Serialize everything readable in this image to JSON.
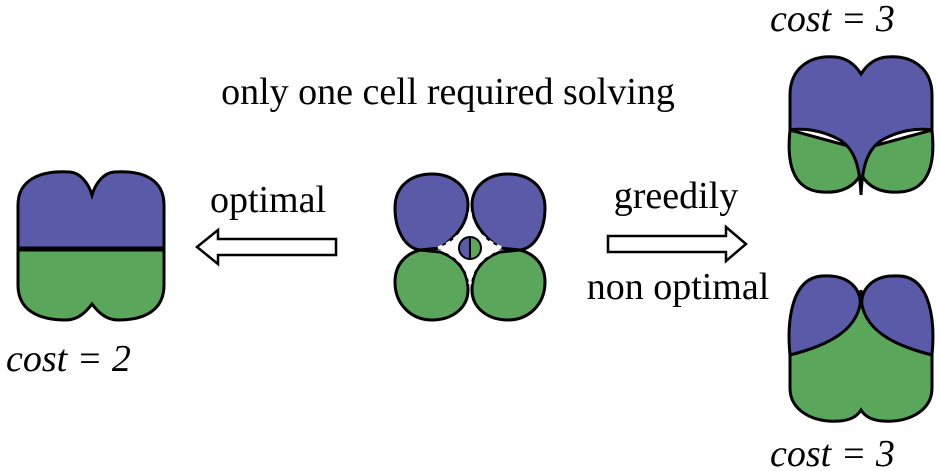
{
  "caption": "only one cell required solving",
  "labels": {
    "optimal": "optimal",
    "greedily": "greedily",
    "non_optimal": "non optimal"
  },
  "costs": {
    "left": "cost = 2",
    "top_right": "cost = 3",
    "bottom_right": "cost = 3"
  },
  "colors": {
    "blue": "#5b5aa8",
    "green": "#5aa65a",
    "outline": "#000000",
    "boundary_dashes": "#ffffff"
  }
}
